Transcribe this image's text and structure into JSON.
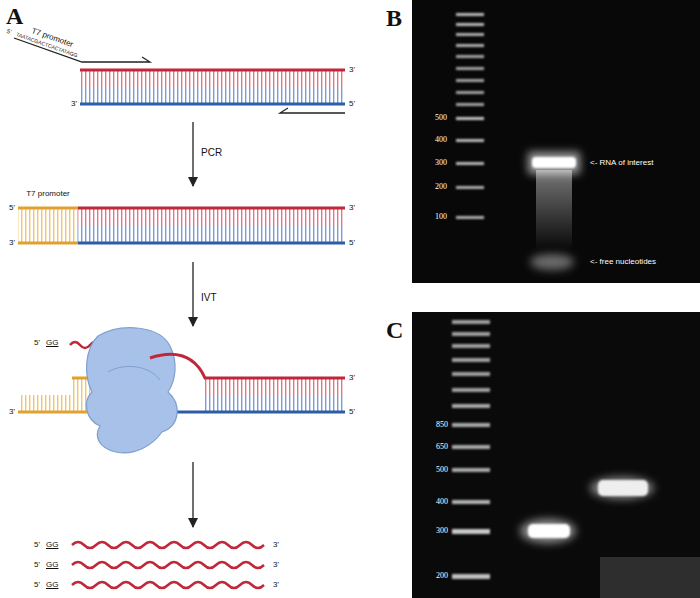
{
  "diagram": {
    "labels": [
      "A",
      "T7 promoter",
      "5'",
      "TAATACGACTCACTATAGG",
      "3'",
      "3'",
      "5'",
      "PCR",
      "T7 promoter",
      "5'",
      "3'",
      "3'",
      "5'",
      "IVT",
      "5'",
      "GG",
      "3'",
      "3'",
      "5'",
      "5'",
      "GG",
      "3'",
      "5'",
      "GG",
      "3'",
      "5'",
      "GG",
      "3'",
      "B",
      "500",
      "400",
      "300",
      "200",
      "100",
      "<- RNA of interest",
      "<- free nucleotides",
      "C",
      "850",
      "650",
      "500",
      "400",
      "300",
      "200"
    ]
  }
}
